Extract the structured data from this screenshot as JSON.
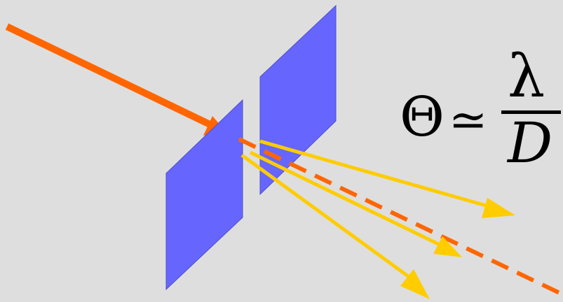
{
  "colors": {
    "background": "#dedede",
    "slit_plate": "#6666ff",
    "slit_plate_edge": "#4d4dcc",
    "incident_beam": "#ff6600",
    "diffracted_rays": "#ffcc00",
    "formula": "#000000"
  },
  "formula": {
    "theta": "Θ",
    "approx": "≃",
    "numerator": "λ",
    "denominator": "D"
  }
}
